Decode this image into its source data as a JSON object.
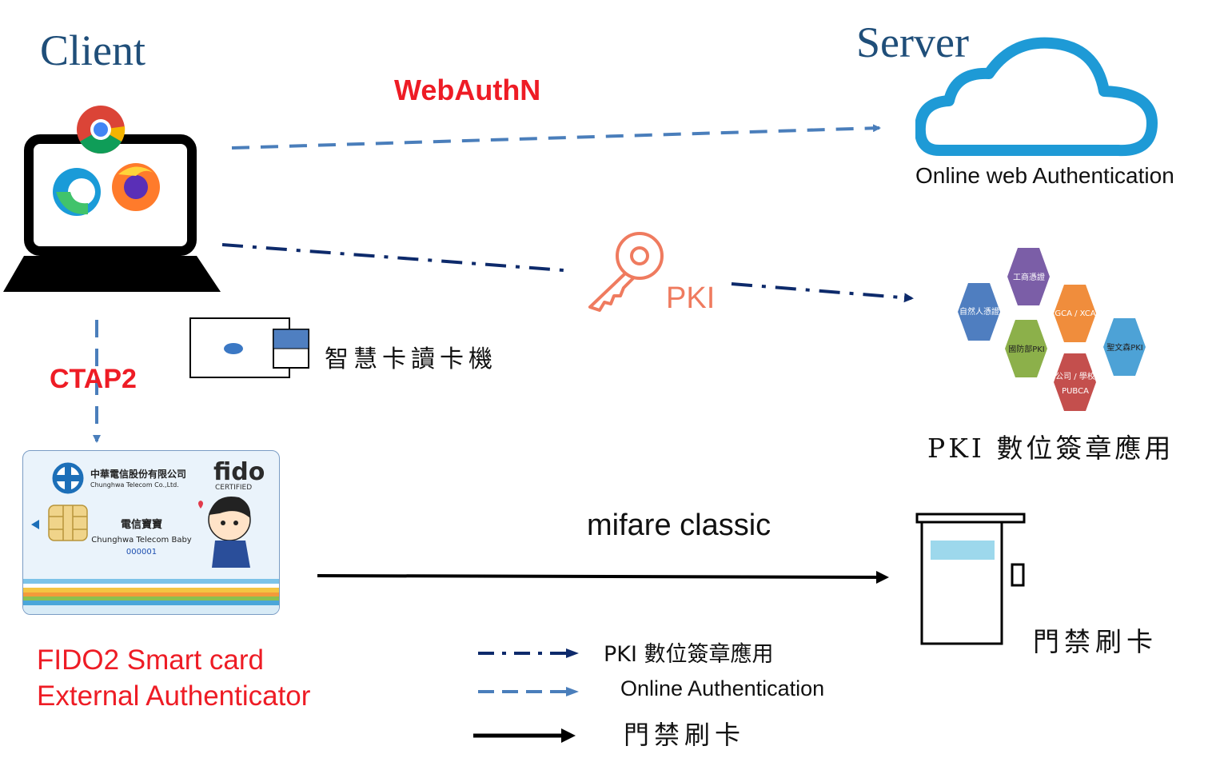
{
  "client": {
    "title": "Client"
  },
  "server": {
    "title": "Server",
    "caption": "Online web Authentication"
  },
  "protocols": {
    "webauthn": "WebAuthN",
    "pki": "PKI",
    "ctap2": "CTAP2",
    "mifare": "mifare classic"
  },
  "card_reader": {
    "label": "智慧卡讀卡機"
  },
  "pki_app": {
    "label": "PKI 數位簽章應用",
    "hexes": [
      "工商憑證",
      "GCA / XCA",
      "自然人憑證",
      "國防部PKI",
      "聖文森PKI",
      "公司 / 學校",
      "PUBCA"
    ]
  },
  "smart_card": {
    "company_zh": "中華電信股份有限公司",
    "company_en": "Chunghwa Telecom Co.,Ltd.",
    "fido_logo": "fido",
    "certified": "CERTIFIED",
    "product_zh": "電信寶寶",
    "product_en": "Chunghwa Telecom Baby",
    "serial": "000001"
  },
  "fido_caption": {
    "line1": "FIDO2 Smart card",
    "line2": "External Authenticator"
  },
  "door": {
    "label": "門禁刷卡"
  },
  "legend": [
    {
      "label": "PKI 數位簽章應用",
      "style": "dash-dot"
    },
    {
      "label": "Online Authentication",
      "style": "dashed"
    },
    {
      "label": "門禁刷卡",
      "style": "solid"
    }
  ],
  "colors": {
    "heading_blue": "#1f4e79",
    "accent_red": "#ee1c25",
    "dash_blue": "#4a7ebb",
    "navy": "#0d2a6b",
    "pki_salmon": "#ef7b5f"
  }
}
